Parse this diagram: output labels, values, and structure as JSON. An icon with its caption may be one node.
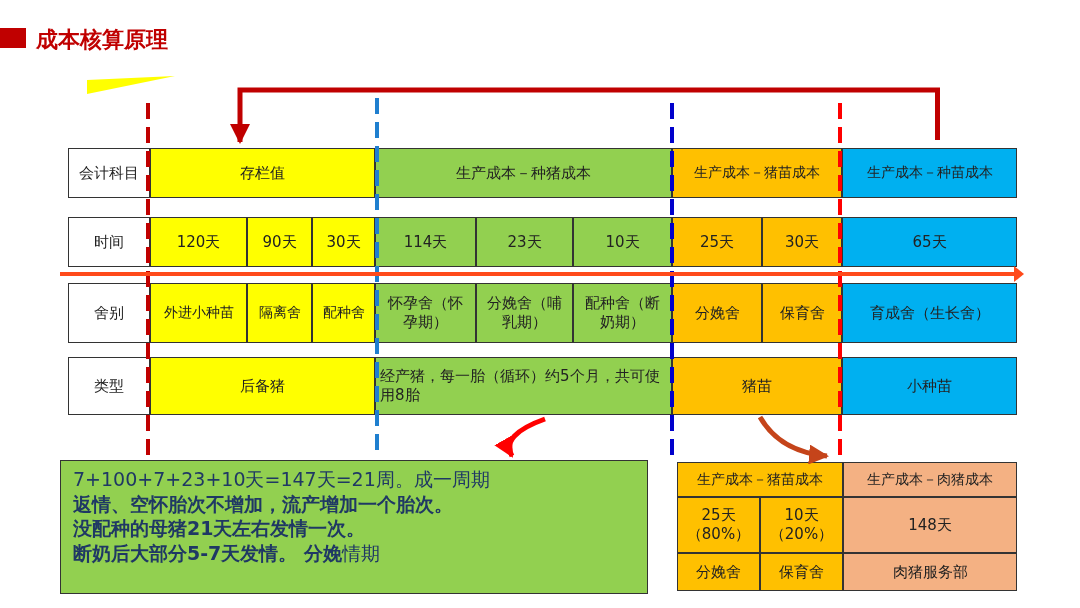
{
  "diagram": {
    "title": "成本核算原理",
    "nodes": [
      {
        "text": [
          "会计科目"
        ]
      },
      {
        "text": [
          "存栏值"
        ]
      },
      {
        "text": [
          "生产成本－种猪成本"
        ]
      },
      {
        "text": [
          "生产成本－猪苗成本"
        ]
      },
      {
        "text": [
          "生产成本－种苗成本"
        ]
      },
      {
        "text": [
          "时间"
        ]
      },
      {
        "text": [
          "120天"
        ]
      },
      {
        "text": [
          "90天"
        ]
      },
      {
        "text": [
          "30天"
        ]
      },
      {
        "text": [
          "114天"
        ]
      },
      {
        "text": [
          "23天"
        ]
      },
      {
        "text": [
          "10天"
        ]
      },
      {
        "text": [
          "25天"
        ]
      },
      {
        "text": [
          "30天"
        ]
      },
      {
        "text": [
          "65天"
        ]
      },
      {
        "text": [
          "舍别"
        ]
      },
      {
        "text": [
          "外进小种苗"
        ]
      },
      {
        "text": [
          "隔离舍"
        ]
      },
      {
        "text": [
          "配种舍"
        ]
      },
      {
        "text": [
          "怀孕舍（怀孕期）"
        ]
      },
      {
        "text": [
          "分娩舍（哺乳期）"
        ]
      },
      {
        "text": [
          "配种舍（断奶期）"
        ]
      },
      {
        "text": [
          "分娩舍"
        ]
      },
      {
        "text": [
          "保育舍"
        ]
      },
      {
        "text": [
          "育成舍（生长舍）"
        ]
      },
      {
        "text": [
          "类型"
        ]
      },
      {
        "text": [
          "后备猪"
        ]
      },
      {
        "text": [
          "经产猪，每一胎（循环）约5个月，共可使用8胎"
        ]
      },
      {
        "text": [
          "猪苗"
        ]
      },
      {
        "text": [
          "小种苗"
        ]
      },
      {
        "text": [
          "7+100+7+23+10天=147天=21周。成一周期",
          "返情、空怀胎次不增加，流产增加一个胎次。",
          "没配种的母猪21天左右发情一次。",
          "**断奶后大部分5-7天发情。 分娩**情期"
        ]
      },
      {
        "text": [
          "生产成本－猪苗成本"
        ]
      },
      {
        "text": [
          "生产成本－肉猪成本"
        ]
      },
      {
        "text": [
          "25天（80%）"
        ]
      },
      {
        "text": [
          "10天（20%）"
        ]
      },
      {
        "text": [
          "148天"
        ]
      },
      {
        "text": [
          "分娩舍"
        ]
      },
      {
        "text": [
          "保育舍"
        ]
      },
      {
        "text": [
          "肉猪服务部"
        ]
      }
    ],
    "edges": [
      {
        "from": 4,
        "to": 1,
        "arrow": "to"
      },
      {
        "from": 28,
        "to": 31,
        "arrow": "to",
        "color": "#c5441a"
      },
      {
        "from": 27,
        "to": 30,
        "arrow": "to",
        "color": "#ff0000"
      }
    ]
  }
}
